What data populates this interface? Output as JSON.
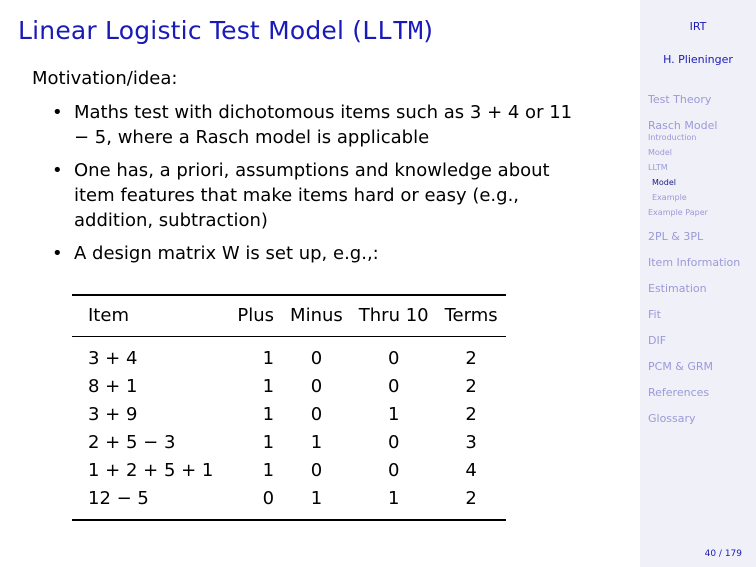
{
  "slide": {
    "title_main": "Linear Logistic Test Model (",
    "title_abbrev": "LLTM",
    "title_close": ")",
    "lead": "Motivation/idea:",
    "bullets": [
      "Maths test with dichotomous items such as 3 + 4 or 11 − 5, where a Rasch model is applicable",
      "One has, a priori, assumptions and knowledge about item features that make items hard or easy (e.g., addition, subtraction)",
      "A design matrix W is set up, e.g.,:"
    ],
    "table": {
      "headers": [
        "Item",
        "Plus",
        "Minus",
        "Thru 10",
        "Terms"
      ],
      "rows": [
        [
          "3 + 4",
          "1",
          "0",
          "0",
          "2"
        ],
        [
          "8 + 1",
          "1",
          "0",
          "0",
          "2"
        ],
        [
          "3 + 9",
          "1",
          "0",
          "1",
          "2"
        ],
        [
          "2 + 5 − 3",
          "1",
          "1",
          "0",
          "3"
        ],
        [
          "1 + 2 + 5 + 1",
          "1",
          "0",
          "0",
          "4"
        ],
        [
          "12 − 5",
          "0",
          "1",
          "1",
          "2"
        ]
      ]
    }
  },
  "sidebar": {
    "title": "IRT",
    "author": "H. Plieninger",
    "nav": [
      {
        "label": "Test Theory",
        "level": "section",
        "active": false
      },
      {
        "label": "Rasch Model",
        "level": "section",
        "active": false
      },
      {
        "label": "Introduction",
        "level": "sub",
        "active": false
      },
      {
        "label": "Model",
        "level": "sub",
        "active": false
      },
      {
        "label": "LLTM",
        "level": "sub",
        "active": false
      },
      {
        "label": "Model",
        "level": "subsub",
        "active": true
      },
      {
        "label": "Example",
        "level": "subsub",
        "active": false
      },
      {
        "label": "Example Paper",
        "level": "sub",
        "active": false
      },
      {
        "label": "2PL & 3PL",
        "level": "section",
        "active": false
      },
      {
        "label": "Item Information",
        "level": "section",
        "active": false
      },
      {
        "label": "Estimation",
        "level": "section",
        "active": false
      },
      {
        "label": "Fit",
        "level": "section",
        "active": false
      },
      {
        "label": "DIF",
        "level": "section",
        "active": false
      },
      {
        "label": "PCM & GRM",
        "level": "section",
        "active": false
      },
      {
        "label": "References",
        "level": "section",
        "active": false
      },
      {
        "label": "Glossary",
        "level": "section",
        "active": false
      }
    ],
    "page": "40 / 179"
  },
  "colors": {
    "title": "#1a1ab8",
    "sidebar_bg": "#f0f0f8",
    "nav_inactive": "#9a9ad8",
    "nav_active": "#1a1a8a"
  }
}
